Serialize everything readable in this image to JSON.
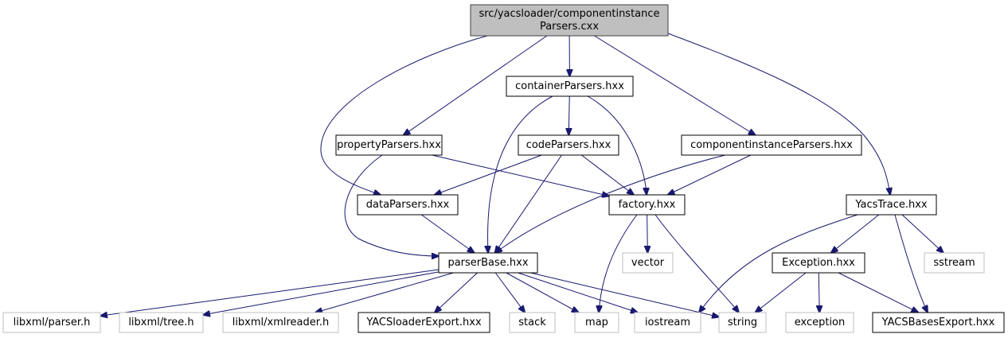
{
  "title": "src/yacsloader/componentinstanceParsers.cxx include dependency graph",
  "colors": {
    "edge": "#191970",
    "root_fill": "#bfbfbf",
    "external_border": "#bfbfbf"
  },
  "nodes": [
    {
      "id": "root",
      "lines": [
        "src/yacsloader/componentinstance",
        "Parsers.cxx"
      ],
      "kind": "root"
    },
    {
      "id": "containerParsers",
      "lines": [
        "containerParsers.hxx"
      ],
      "kind": "internal"
    },
    {
      "id": "propertyParsers",
      "lines": [
        "propertyParsers.hxx"
      ],
      "kind": "internal"
    },
    {
      "id": "codeParsers",
      "lines": [
        "codeParsers.hxx"
      ],
      "kind": "internal"
    },
    {
      "id": "componentinstanceParsers",
      "lines": [
        "componentinstanceParsers.hxx"
      ],
      "kind": "internal"
    },
    {
      "id": "dataParsers",
      "lines": [
        "dataParsers.hxx"
      ],
      "kind": "internal"
    },
    {
      "id": "factory",
      "lines": [
        "factory.hxx"
      ],
      "kind": "internal"
    },
    {
      "id": "YacsTrace",
      "lines": [
        "YacsTrace.hxx"
      ],
      "kind": "internal"
    },
    {
      "id": "parserBase",
      "lines": [
        "parserBase.hxx"
      ],
      "kind": "internal"
    },
    {
      "id": "vector",
      "lines": [
        "vector"
      ],
      "kind": "external"
    },
    {
      "id": "Exception",
      "lines": [
        "Exception.hxx"
      ],
      "kind": "internal"
    },
    {
      "id": "sstream",
      "lines": [
        "sstream"
      ],
      "kind": "external"
    },
    {
      "id": "libxml_parser",
      "lines": [
        "libxml/parser.h"
      ],
      "kind": "external"
    },
    {
      "id": "libxml_tree",
      "lines": [
        "libxml/tree.h"
      ],
      "kind": "external"
    },
    {
      "id": "libxml_xmlreader",
      "lines": [
        "libxml/xmlreader.h"
      ],
      "kind": "external"
    },
    {
      "id": "YACSloaderExport",
      "lines": [
        "YACSloaderExport.hxx"
      ],
      "kind": "internal"
    },
    {
      "id": "stack",
      "lines": [
        "stack"
      ],
      "kind": "external"
    },
    {
      "id": "map",
      "lines": [
        "map"
      ],
      "kind": "external"
    },
    {
      "id": "iostream",
      "lines": [
        "iostream"
      ],
      "kind": "external"
    },
    {
      "id": "string",
      "lines": [
        "string"
      ],
      "kind": "external"
    },
    {
      "id": "exception",
      "lines": [
        "exception"
      ],
      "kind": "external"
    },
    {
      "id": "YACSBasesExport",
      "lines": [
        "YACSBasesExport.hxx"
      ],
      "kind": "internal"
    }
  ],
  "edges": [
    [
      "root",
      "containerParsers"
    ],
    [
      "root",
      "propertyParsers"
    ],
    [
      "root",
      "dataParsers"
    ],
    [
      "root",
      "componentinstanceParsers"
    ],
    [
      "root",
      "YacsTrace"
    ],
    [
      "containerParsers",
      "codeParsers"
    ],
    [
      "containerParsers",
      "parserBase"
    ],
    [
      "containerParsers",
      "factory"
    ],
    [
      "propertyParsers",
      "parserBase"
    ],
    [
      "propertyParsers",
      "factory"
    ],
    [
      "codeParsers",
      "dataParsers"
    ],
    [
      "codeParsers",
      "parserBase"
    ],
    [
      "codeParsers",
      "factory"
    ],
    [
      "componentinstanceParsers",
      "parserBase"
    ],
    [
      "componentinstanceParsers",
      "factory"
    ],
    [
      "dataParsers",
      "parserBase"
    ],
    [
      "factory",
      "vector"
    ],
    [
      "factory",
      "map"
    ],
    [
      "factory",
      "string"
    ],
    [
      "parserBase",
      "libxml_parser"
    ],
    [
      "parserBase",
      "libxml_tree"
    ],
    [
      "parserBase",
      "libxml_xmlreader"
    ],
    [
      "parserBase",
      "YACSloaderExport"
    ],
    [
      "parserBase",
      "stack"
    ],
    [
      "parserBase",
      "map"
    ],
    [
      "parserBase",
      "iostream"
    ],
    [
      "parserBase",
      "string"
    ],
    [
      "YacsTrace",
      "Exception"
    ],
    [
      "YacsTrace",
      "sstream"
    ],
    [
      "YacsTrace",
      "iostream"
    ],
    [
      "YacsTrace",
      "YACSBasesExport"
    ],
    [
      "Exception",
      "string"
    ],
    [
      "Exception",
      "exception"
    ],
    [
      "Exception",
      "YACSBasesExport"
    ]
  ]
}
